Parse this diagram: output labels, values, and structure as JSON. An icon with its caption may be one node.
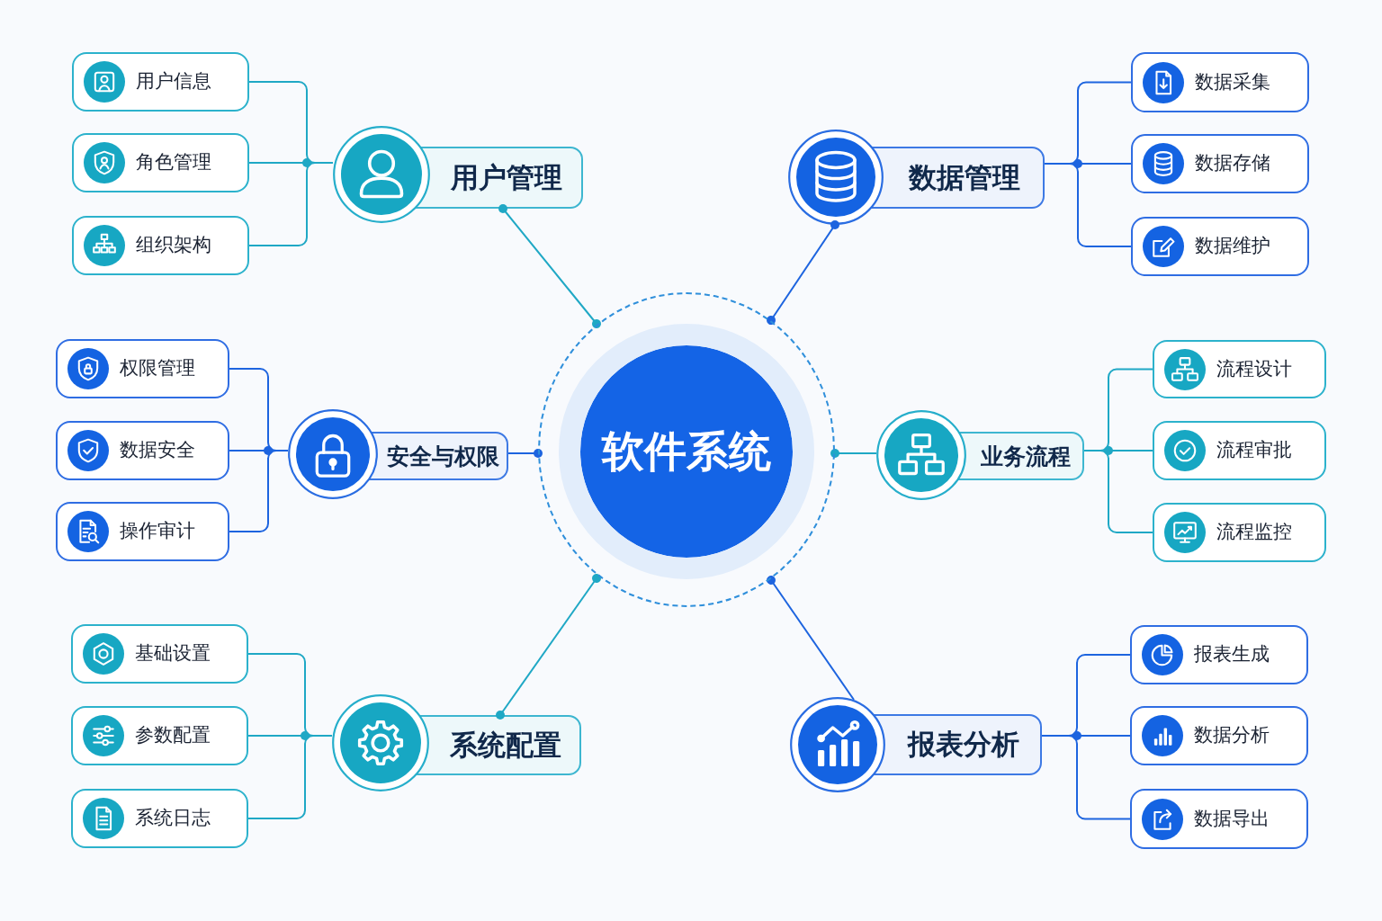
{
  "diagram": {
    "nodes": [
      {
        "text": [
          "软件系统"
        ]
      },
      {
        "text": [
          "用户管理"
        ]
      },
      {
        "text": [
          "用户信息"
        ]
      },
      {
        "text": [
          "角色管理"
        ]
      },
      {
        "text": [
          "组织架构"
        ]
      },
      {
        "text": [
          "数据管理"
        ]
      },
      {
        "text": [
          "数据采集"
        ]
      },
      {
        "text": [
          "数据存储"
        ]
      },
      {
        "text": [
          "数据维护"
        ]
      },
      {
        "text": [
          "安全与权限"
        ]
      },
      {
        "text": [
          "权限管理"
        ]
      },
      {
        "text": [
          "数据安全"
        ]
      },
      {
        "text": [
          "操作审计"
        ]
      },
      {
        "text": [
          "业务流程"
        ]
      },
      {
        "text": [
          "流程设计"
        ]
      },
      {
        "text": [
          "流程审批"
        ]
      },
      {
        "text": [
          "流程监控"
        ]
      },
      {
        "text": [
          "系统配置"
        ]
      },
      {
        "text": [
          "基础设置"
        ]
      },
      {
        "text": [
          "参数配置"
        ]
      },
      {
        "text": [
          "系统日志"
        ]
      },
      {
        "text": [
          "报表分析"
        ]
      },
      {
        "text": [
          "报表生成"
        ]
      },
      {
        "text": [
          "数据分析"
        ]
      },
      {
        "text": [
          "数据导出"
        ]
      }
    ],
    "edges": [
      {
        "from": 0,
        "to": 1,
        "arrow": "other",
        "color": "#1fa8c5"
      },
      {
        "from": 1,
        "to": 2,
        "arrow": "none",
        "color": "#1fa8c5"
      },
      {
        "from": 1,
        "to": 3,
        "arrow": "none",
        "color": "#1fa8c5"
      },
      {
        "from": 1,
        "to": 4,
        "arrow": "none",
        "color": "#1fa8c5"
      },
      {
        "from": 0,
        "to": 5,
        "arrow": "other",
        "color": "#1d64df"
      },
      {
        "from": 5,
        "to": 6,
        "arrow": "none",
        "color": "#1d64df"
      },
      {
        "from": 5,
        "to": 7,
        "arrow": "none",
        "color": "#1d64df"
      },
      {
        "from": 5,
        "to": 8,
        "arrow": "none",
        "color": "#1d64df"
      },
      {
        "from": 0,
        "to": 9,
        "arrow": "other",
        "color": "#1d64df"
      },
      {
        "from": 9,
        "to": 10,
        "arrow": "none",
        "color": "#1d64df"
      },
      {
        "from": 9,
        "to": 11,
        "arrow": "none",
        "color": "#1d64df"
      },
      {
        "from": 9,
        "to": 12,
        "arrow": "none",
        "color": "#1d64df"
      },
      {
        "from": 0,
        "to": 13,
        "arrow": "other",
        "color": "#1fa8c5"
      },
      {
        "from": 13,
        "to": 14,
        "arrow": "none",
        "color": "#1fa8c5"
      },
      {
        "from": 13,
        "to": 15,
        "arrow": "none",
        "color": "#1fa8c5"
      },
      {
        "from": 13,
        "to": 16,
        "arrow": "none",
        "color": "#1fa8c5"
      },
      {
        "from": 0,
        "to": 17,
        "arrow": "other",
        "color": "#1fa8c5"
      },
      {
        "from": 17,
        "to": 18,
        "arrow": "none",
        "color": "#1fa8c5"
      },
      {
        "from": 17,
        "to": 19,
        "arrow": "none",
        "color": "#1fa8c5"
      },
      {
        "from": 17,
        "to": 20,
        "arrow": "none",
        "color": "#1fa8c5"
      },
      {
        "from": 0,
        "to": 21,
        "arrow": "other",
        "color": "#1d64df"
      },
      {
        "from": 21,
        "to": 22,
        "arrow": "none",
        "color": "#1d64df"
      },
      {
        "from": 21,
        "to": 23,
        "arrow": "none",
        "color": "#1d64df"
      },
      {
        "from": 21,
        "to": 24,
        "arrow": "none",
        "color": "#1d64df"
      }
    ]
  }
}
